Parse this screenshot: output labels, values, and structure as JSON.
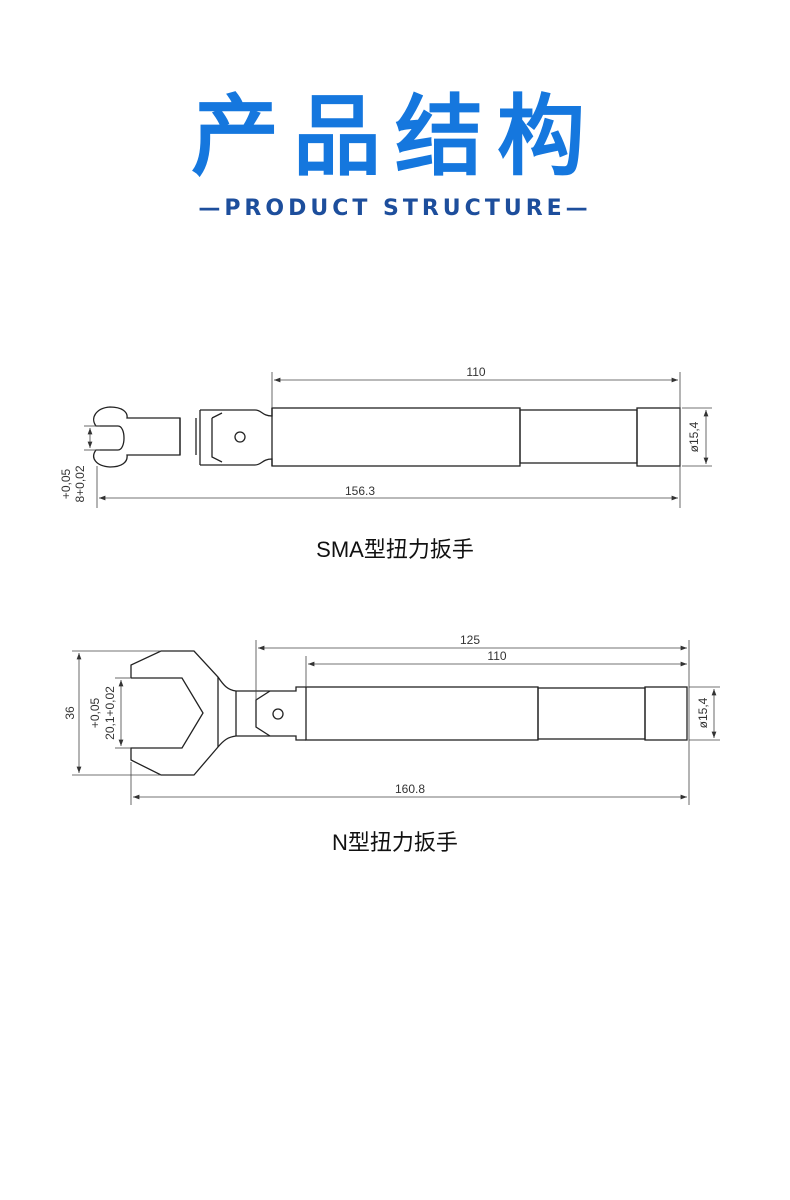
{
  "header": {
    "title": "产品结构",
    "subtitle": "—PRODUCT STRUCTURE—"
  },
  "sma_wrench": {
    "caption": "SMA型扭力扳手",
    "dims": {
      "handle_length": "110",
      "total_length": "156.3",
      "diameter": "ø15,4",
      "opening_tol_upper": "+0,05",
      "opening": "8+0,02"
    }
  },
  "n_wrench": {
    "caption": "N型扭力扳手",
    "dims": {
      "length_125": "125",
      "handle_length": "110",
      "total_length": "160.8",
      "diameter": "ø15,4",
      "head_height": "36",
      "opening_tol_upper": "+0,05",
      "opening": "20,1+0,02"
    }
  }
}
